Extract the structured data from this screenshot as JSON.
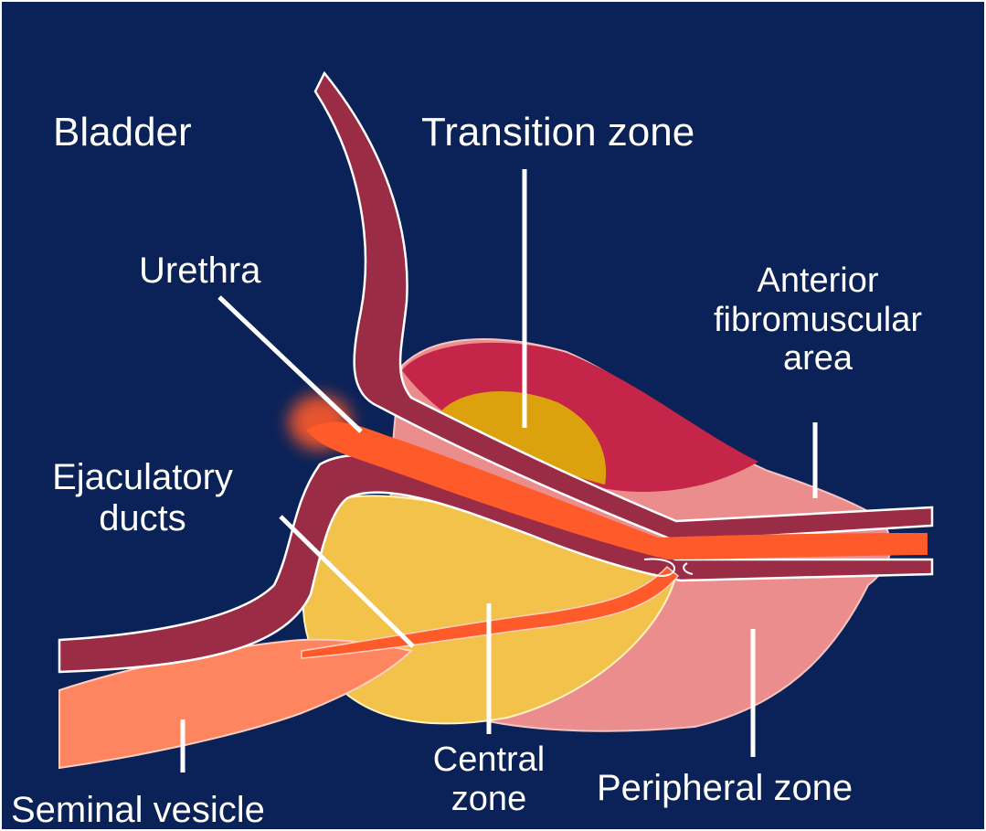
{
  "colors": {
    "background": "#0a2258",
    "outer_frame": "#ffffff",
    "bladder_wall": "#9b2c45",
    "anterior_fibromuscular": "#c42548",
    "transition_zone": "#dba20e",
    "central_zone": "#f2c24a",
    "peripheral_zone": "#ec8d8d",
    "urethra": "#ff5a2a",
    "seminal_vesicle": "#ff8460",
    "ejaculatory_duct": "#ff5a2a",
    "outline": "#ffffff",
    "leader_line": "#ffffff",
    "label_text": "#ffffff"
  },
  "labels": {
    "bladder": "Bladder",
    "transition_zone": "Transition zone",
    "urethra": "Urethra",
    "anterior_fibromuscular": [
      "Anterior",
      "fibromuscular",
      "area"
    ],
    "ejaculatory_ducts": [
      "Ejaculatory",
      "ducts"
    ],
    "central_zone": [
      "Central",
      "zone"
    ],
    "peripheral_zone": "Peripheral zone",
    "seminal_vesicle": "Seminal vesicle"
  }
}
